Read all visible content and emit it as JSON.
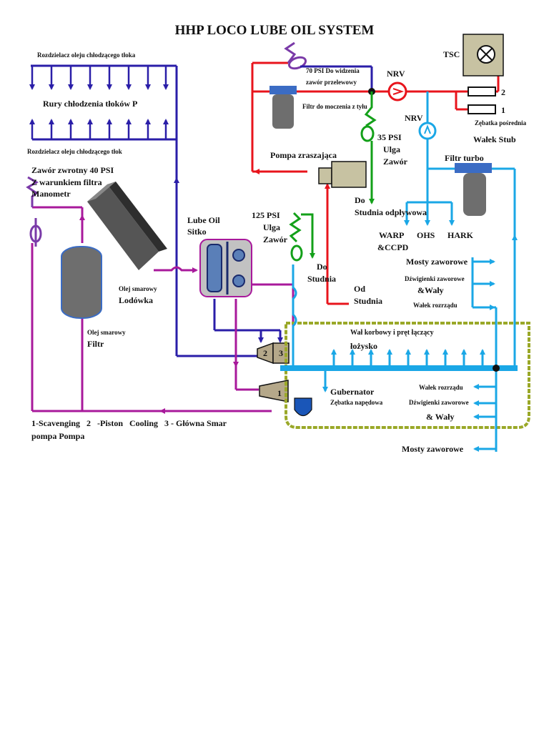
{
  "title": "HHP LOCO LUBE OIL SYSTEM",
  "colors": {
    "navy": "#2a1ea8",
    "magenta": "#a8199b",
    "red": "#e8141c",
    "green": "#13a019",
    "cyan": "#1aa7e6",
    "olive": "#9aa828",
    "purple": "#7a3aa8",
    "component_grey": "#b3b3b3",
    "filter_blue": "#5a7fb8"
  },
  "labels": {
    "manifold_top": "Rozdzielacz oleju chłodzącego tłoka",
    "piston_pipes": "Rury chłodzenia tłoków P",
    "manifold_bottom": "Rozdzielacz oleju chłodzącego tłok",
    "check_valve_1": "Zawór zwrotny 40 PSI",
    "check_valve_2": "Z warunkiem filtra",
    "manometer": "Manometr",
    "cooler_small": "Olej smarowy",
    "cooler": "Lodówka",
    "filter_small": "Olej smarowy",
    "filter": "Filtr",
    "strainer_1": "Lube Oil",
    "strainer_2": "Sitko",
    "relief_125_1": "125 PSI",
    "relief_125_2": "Ulga",
    "relief_125_3": "Zawór",
    "do_studnia_1": "Do",
    "do_studnia_2": "Studnia",
    "od_studnia_1": "Od",
    "od_studnia_2": "Studnia",
    "valve_70_1": "70 PSI Do widzenia",
    "valve_70_2": "zawór przelewowy",
    "filter_back": "Filtr do moczenia z tyłu",
    "nrv_1": "NRV",
    "nrv_2": "NRV",
    "tsc": "TSC",
    "gear_2": "2",
    "gear_1": "1",
    "idler_gear": "Zębatka pośrednia",
    "stub_shaft": "Wałek Stub",
    "relief_35_1": "35 PSI",
    "relief_35_2": "Ulga",
    "relief_35_3": "Zawór",
    "priming_pump": "Pompa zraszająca",
    "drain_1": "Do",
    "drain_2": "Studnia odpływowa",
    "turbo_filter": "Filtr turbo",
    "warp": "WARP",
    "ccpd": "&CCPD",
    "ohs": "OHS",
    "hark": "HARK",
    "valve_bridges_top": "Mosty zaworowe",
    "rocker_arms_top": "Dźwigienki zaworowe",
    "shafts_top": "&Wały",
    "camshaft_top": "Wałek rozrządu",
    "crankshaft_1": "Wał korbowy i pręt łączący",
    "crankshaft_2": "łożysko",
    "governor": "Gubernator",
    "drive_gear": "Zębatka napędowa",
    "camshaft_bottom": "Wałek rozrządu",
    "rocker_arms_bottom": "Dźwigienki zaworowe",
    "shafts_bottom": "& Wały",
    "valve_bridges_bottom": "Mosty zaworowe",
    "pump_num_1": "1",
    "pump_num_2": "2",
    "pump_num_3": "3",
    "legend_1": "1-Scavenging   2   -Piston   Cooling   3 - Główna Smar",
    "legend_2": "pompa Pompa"
  }
}
